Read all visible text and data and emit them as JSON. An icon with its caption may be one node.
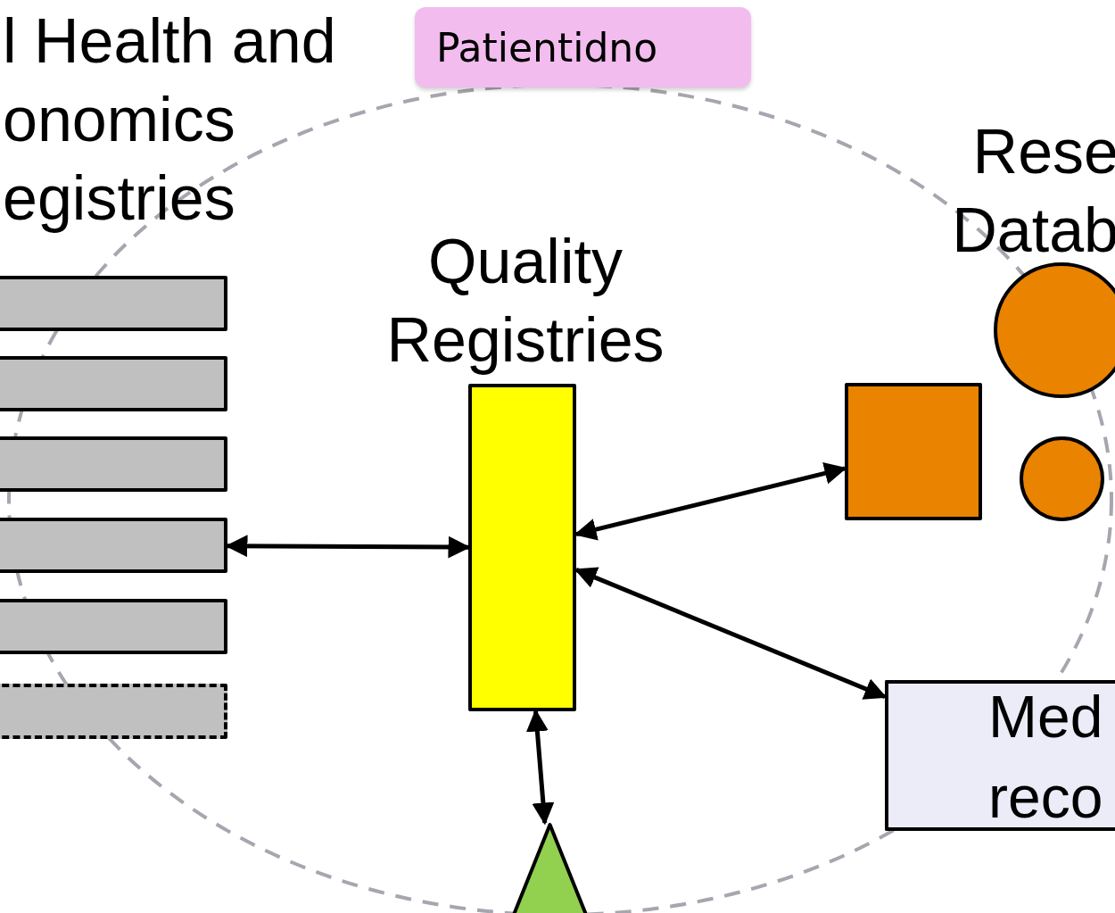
{
  "diagram": {
    "nodes": [
      {
        "text": [
          "Patientidno"
        ]
      },
      {
        "text": [
          "Quality Registries"
        ]
      },
      {
        "text": [],
        "shape": "bar"
      },
      {
        "text": [],
        "shape": "bar"
      },
      {
        "text": [],
        "shape": "bar"
      },
      {
        "text": [],
        "shape": "bar"
      },
      {
        "text": [],
        "shape": "bar"
      },
      {
        "text": [],
        "shape": "bar"
      },
      {
        "text": [
          "Rese Datab"
        ]
      },
      {
        "text": [],
        "shape": "box"
      },
      {
        "text": [],
        "shape": "circle"
      },
      {
        "text": [
          "Med reco"
        ]
      },
      {
        "text": [],
        "shape": "triangle"
      }
    ],
    "edges": [
      {
        "from": 5,
        "to": 1,
        "arrow": "both"
      },
      {
        "from": 1,
        "to": 9,
        "arrow": "both"
      },
      {
        "from": 1,
        "to": 11,
        "arrow": "both"
      },
      {
        "from": 1,
        "to": 12,
        "arrow": "both"
      }
    ],
    "labels": [
      "l Health and onomics egistries"
    ]
  }
}
